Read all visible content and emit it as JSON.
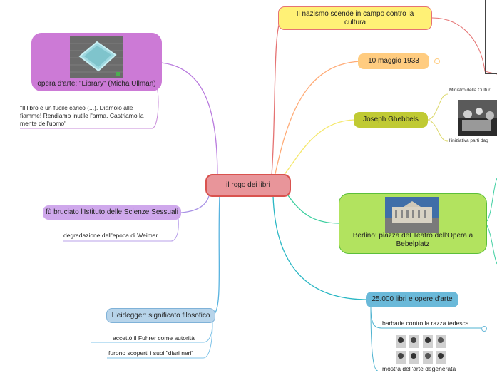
{
  "central": {
    "label": "il rogo dei libri"
  },
  "nodes": {
    "nazismo": {
      "label": "Il nazismo scende in campo contro la cultura"
    },
    "maggio": {
      "label": "10 maggio 1933"
    },
    "ghebbels": {
      "label": "Joseph Ghebbels",
      "note_top": "Ministro della Cultur",
      "note_bottom": "l'iniziativa parti dag"
    },
    "berlino": {
      "label": "Berlino: piazza del Teatro dell'Opera a Bebelplatz"
    },
    "libri": {
      "label": "25.000 libri e opere d'arte",
      "child1": "barbarie contro la razza tedesca",
      "child2": "mostra dell'arte degenerata"
    },
    "opera": {
      "label": "opera d'arte: \"Library\" (Micha Ullman)",
      "quote": "\"Il libro è un fucile carico (...). Diamolo alle fiamme! Rendiamo inutile l'arma. Castriamo la mente dell'uomo\""
    },
    "istituto": {
      "label": "fù bruciato l'Istituto delle Scienze Sessuali",
      "child": "degradazione dell'epoca di Weimar"
    },
    "heidegger": {
      "label": "Heidegger: significato filosofico",
      "child1": "accettò il Fuhrer come autorità",
      "child2": "furono scoperti i suoi \"diari neri\""
    }
  },
  "colors": {
    "central_fill": "#e8959a",
    "central_border": "#d9534f",
    "nazismo_fill": "#fff176",
    "nazismo_border": "#e57373",
    "maggio_fill": "#ffcc80",
    "ghebbels_fill": "#c0ca33",
    "berlino_fill": "#b2e35f",
    "berlino_border": "#5cbf3a",
    "libri_fill": "#6ab9d9",
    "opera_fill": "#cc7ad6",
    "istituto_fill": "#cfa8ec",
    "heidegger_fill": "#b7d4ea"
  }
}
